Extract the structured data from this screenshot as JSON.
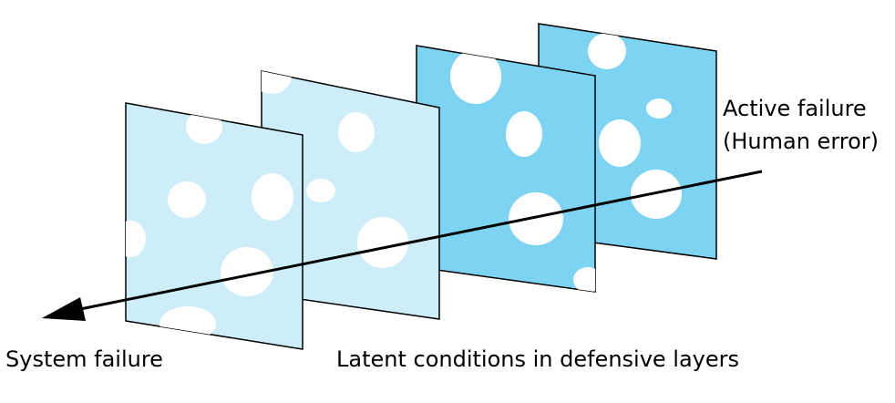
{
  "labels": {
    "active_failure": "Active failure",
    "human_error": "(Human error)",
    "system_failure": "System failure",
    "latent_conditions": "Latent conditions in defensive layers"
  },
  "colors": {
    "pale_layer": "#cdeef9",
    "dark_layer": "#7dd3f2",
    "hole": "#ffffff",
    "outline": "#000000",
    "trajectory": "#000000"
  },
  "layers": [
    {
      "name": "layer-1",
      "tone": "pale"
    },
    {
      "name": "layer-2",
      "tone": "pale"
    },
    {
      "name": "layer-3",
      "tone": "dark"
    },
    {
      "name": "layer-4",
      "tone": "dark"
    }
  ],
  "icons": {
    "trajectory": "arrow-left-icon"
  }
}
